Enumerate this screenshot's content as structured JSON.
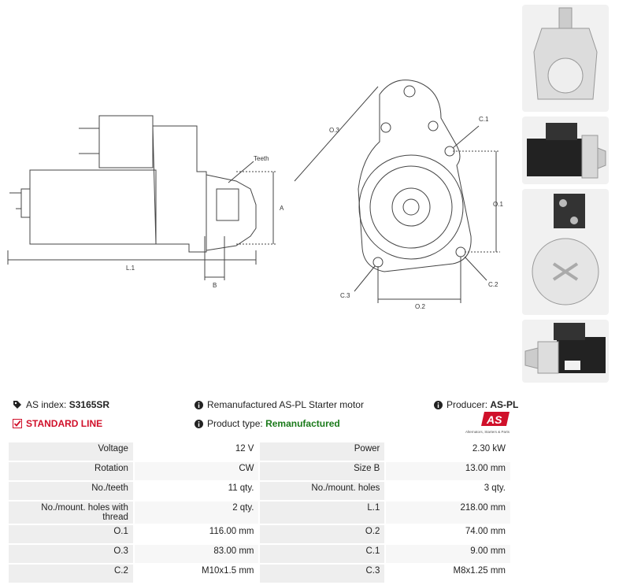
{
  "diagram_labels": {
    "teeth": "Teeth",
    "a": "A",
    "l1": "L.1",
    "b": "B",
    "o3": "O.3",
    "c1": "C.1",
    "o1": "O.1",
    "c2": "C.2",
    "c3": "C.3",
    "o2": "O.2"
  },
  "header": {
    "as_index_label": "AS index:",
    "as_index_value": "S3165SR",
    "description": "Remanufactured AS-PL Starter motor",
    "producer_label": "Producer:",
    "producer_value": "AS-PL",
    "line": "STANDARD LINE",
    "product_type_label": "Product type:",
    "product_type_value": "Remanufactured",
    "logo_text": "AS",
    "logo_sub": "Alternators, Starters & Parts"
  },
  "specs": [
    {
      "k1": "Voltage",
      "v1": "12 V",
      "k2": "Power",
      "v2": "2.30 kW"
    },
    {
      "k1": "Rotation",
      "v1": "CW",
      "k2": "Size B",
      "v2": "13.00 mm"
    },
    {
      "k1": "No./teeth",
      "v1": "11 qty.",
      "k2": "No./mount. holes",
      "v2": "3 qty."
    },
    {
      "k1": "No./mount. holes with thread",
      "v1": "2 qty.",
      "k2": "L.1",
      "v2": "218.00 mm"
    },
    {
      "k1": "O.1",
      "v1": "116.00 mm",
      "k2": "O.2",
      "v2": "74.00 mm"
    },
    {
      "k1": "O.3",
      "v1": "83.00 mm",
      "k2": "C.1",
      "v2": "9.00 mm"
    },
    {
      "k1": "C.2",
      "v1": "M10x1.5 mm",
      "k2": "C.3",
      "v2": "M8x1.25 mm"
    }
  ],
  "colors": {
    "accent_red": "#d0102a",
    "accent_green": "#1a7a1a"
  }
}
